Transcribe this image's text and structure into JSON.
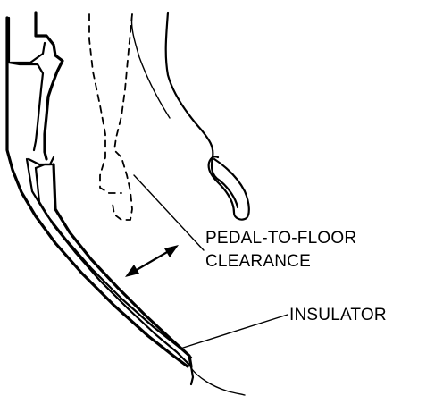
{
  "callouts": {
    "pedal_clearance": {
      "line1": "PEDAL-TO-FLOOR",
      "line2": "CLEARANCE"
    },
    "insulator": {
      "label": "INSULATOR"
    }
  },
  "colors": {
    "ink": "#000000",
    "background": "#ffffff"
  }
}
